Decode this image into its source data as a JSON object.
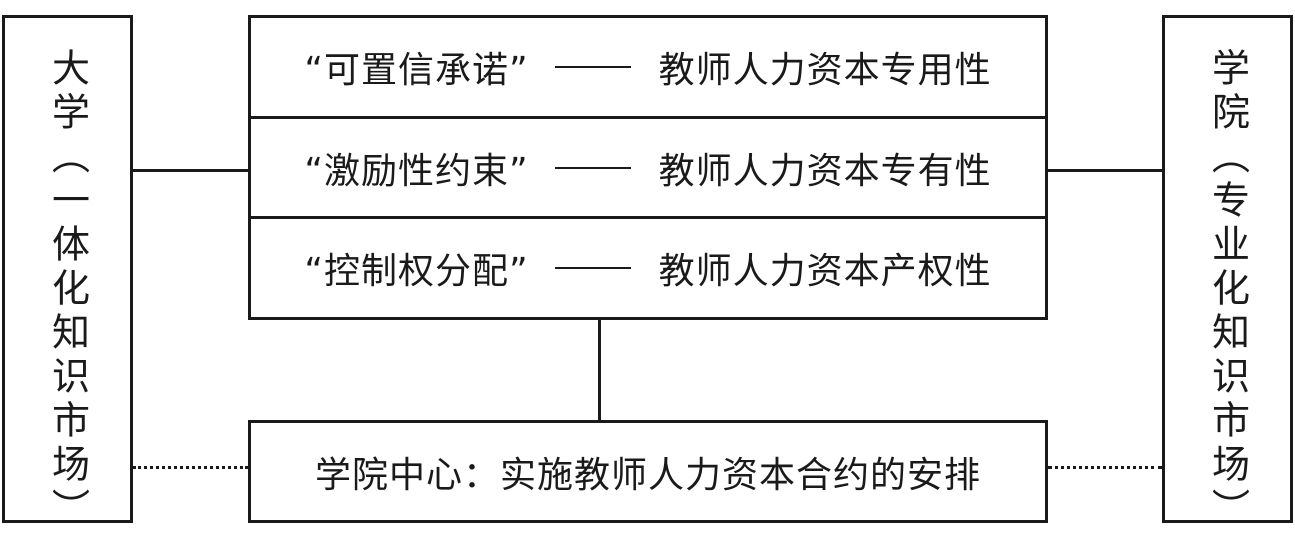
{
  "left_market": {
    "label": "大学（一体化知识市场）"
  },
  "right_market": {
    "label": "学院（专业化知识市场）"
  },
  "rows": [
    {
      "left": "“可置信承诺”",
      "right": "教师人力资本专用性"
    },
    {
      "left": "“激励性约束”",
      "right": "教师人力资本专有性"
    },
    {
      "left": "“控制权分配”",
      "right": "教师人力资本产权性"
    }
  ],
  "center": {
    "label": "学院中心：实施教师人力资本合约的安排"
  }
}
